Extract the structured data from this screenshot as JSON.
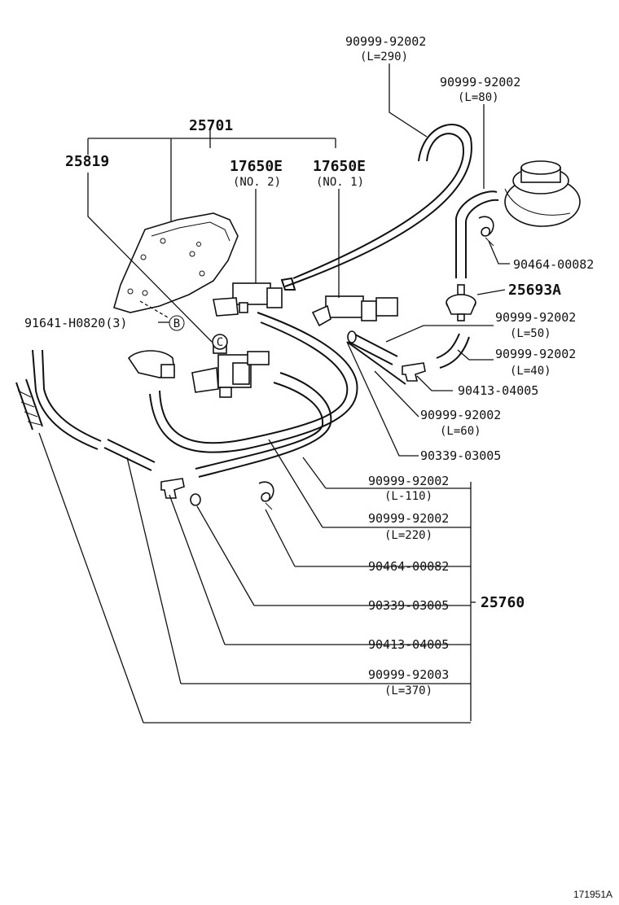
{
  "labels": {
    "p25701": "25701",
    "p25819": "25819",
    "p17650e_2": "17650E",
    "p17650e_2_sub": "(NO. 2)",
    "p17650e_1": "17650E",
    "p17650e_1_sub": "(NO. 1)",
    "p91641": "91641-H0820(3)",
    "callout_b": "B",
    "callout_c": "C",
    "hose_290": "90999-92002",
    "hose_290_len": "(L=290)",
    "hose_80": "90999-92002",
    "hose_80_len": "(L=80)",
    "clamp_top": "90464-00082",
    "p25693a": "25693A",
    "hose_50": "90999-92002",
    "hose_50_len": "(L=50)",
    "hose_40": "90999-92002",
    "hose_40_len": "(L=40)",
    "tee_top": "90413-04005",
    "hose_60": "90999-92002",
    "hose_60_len": "(L=60)",
    "plug_top": "90339-03005",
    "hose_110": "90999-92002",
    "hose_110_len": "(L-110)",
    "hose_220": "90999-92002",
    "hose_220_len": "(L=220)",
    "clamp_bottom": "90464-00082",
    "plug_bottom": "90339-03005",
    "tee_bottom": "90413-04005",
    "hose_370": "90999-92003",
    "hose_370_len": "(L=370)",
    "p25760": "25760",
    "figure_id": "171951A"
  }
}
